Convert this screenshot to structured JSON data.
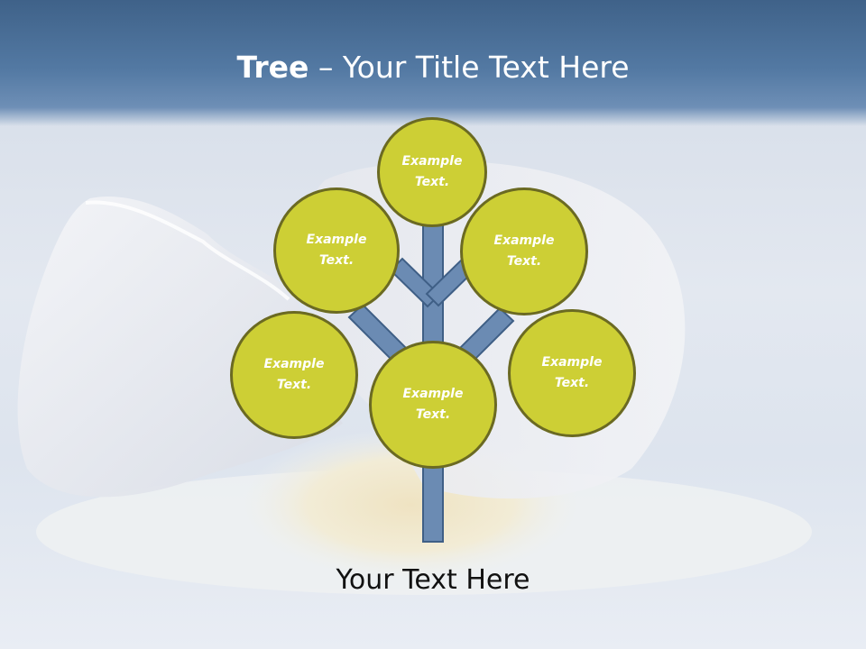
{
  "title": {
    "strong": "Tree",
    "rest": " – Your Title Text Here"
  },
  "nodes": {
    "top": "Example\nText.",
    "upper_left": "Example\nText.",
    "upper_right": "Example\nText.",
    "lower_left": "Example\nText.",
    "lower_right": "Example\nText.",
    "center": "Example\nText."
  },
  "caption": "Your Text Here",
  "colors": {
    "node_fill": "#cdcf35",
    "node_border": "#6b6a22",
    "branch_fill": "#6b8bb3",
    "branch_border": "#3f5f86",
    "title_band": "#4f739d"
  }
}
